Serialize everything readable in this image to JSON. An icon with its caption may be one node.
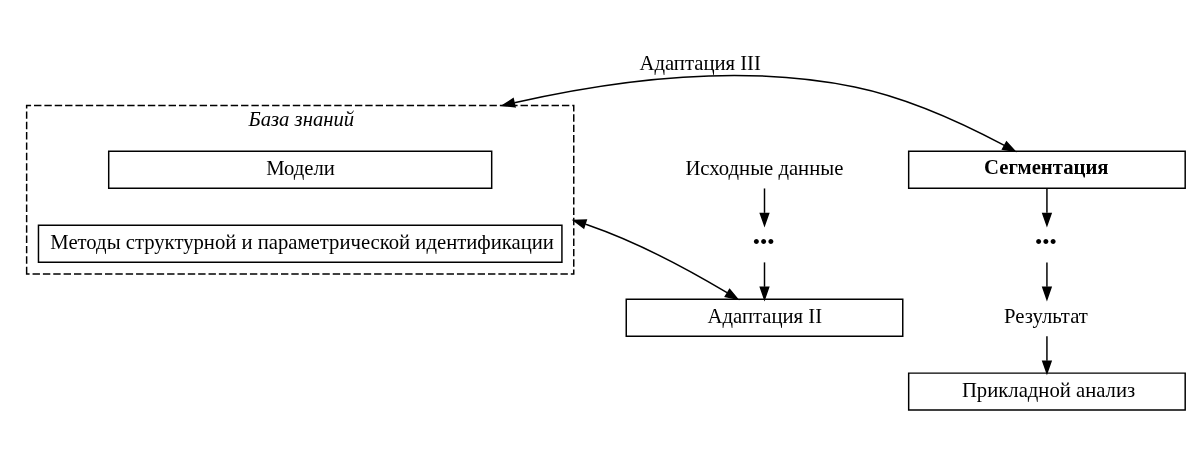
{
  "diagram": {
    "nodes": [
      {
        "text": [
          "База знаний"
        ]
      },
      {
        "text": [
          "Модели"
        ],
        "in": 0
      },
      {
        "text": [
          "Методы структурной и параметрической идентификации"
        ],
        "in": 0
      },
      {
        "text": [
          "Исходные данные"
        ]
      },
      {
        "text": [
          "•••"
        ]
      },
      {
        "text": [
          "Адаптация II"
        ]
      },
      {
        "text": [
          "Сегментация"
        ]
      },
      {
        "text": [
          "•••"
        ]
      },
      {
        "text": [
          "Результат"
        ]
      },
      {
        "text": [
          "Прикладной анализ"
        ]
      }
    ],
    "edges": [
      {
        "from": 3,
        "to": 4,
        "arrow": "to"
      },
      {
        "from": 4,
        "to": 5,
        "arrow": "to"
      },
      {
        "from": 0,
        "to": 5,
        "arrow": "both"
      },
      {
        "from": 0,
        "to": 6,
        "arrow": "both",
        "label": "Адаптация III"
      },
      {
        "from": 6,
        "to": 7,
        "arrow": "to"
      },
      {
        "from": 7,
        "to": 8,
        "arrow": "to"
      },
      {
        "from": 8,
        "to": 9,
        "arrow": "to"
      }
    ]
  }
}
